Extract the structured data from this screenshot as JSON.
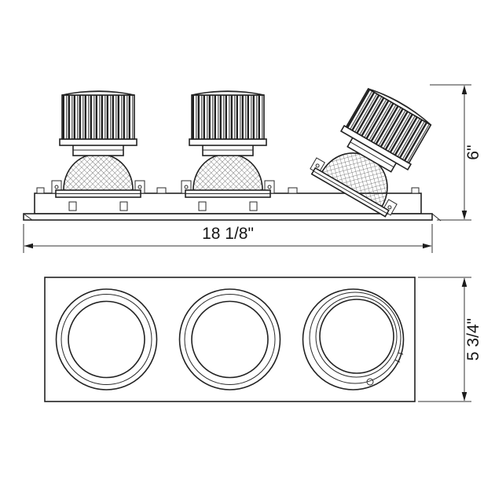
{
  "diagram": {
    "dimensions": {
      "overall_width": "18 1/8\"",
      "side_height": "6\"",
      "front_height": "5 3/4\""
    }
  }
}
